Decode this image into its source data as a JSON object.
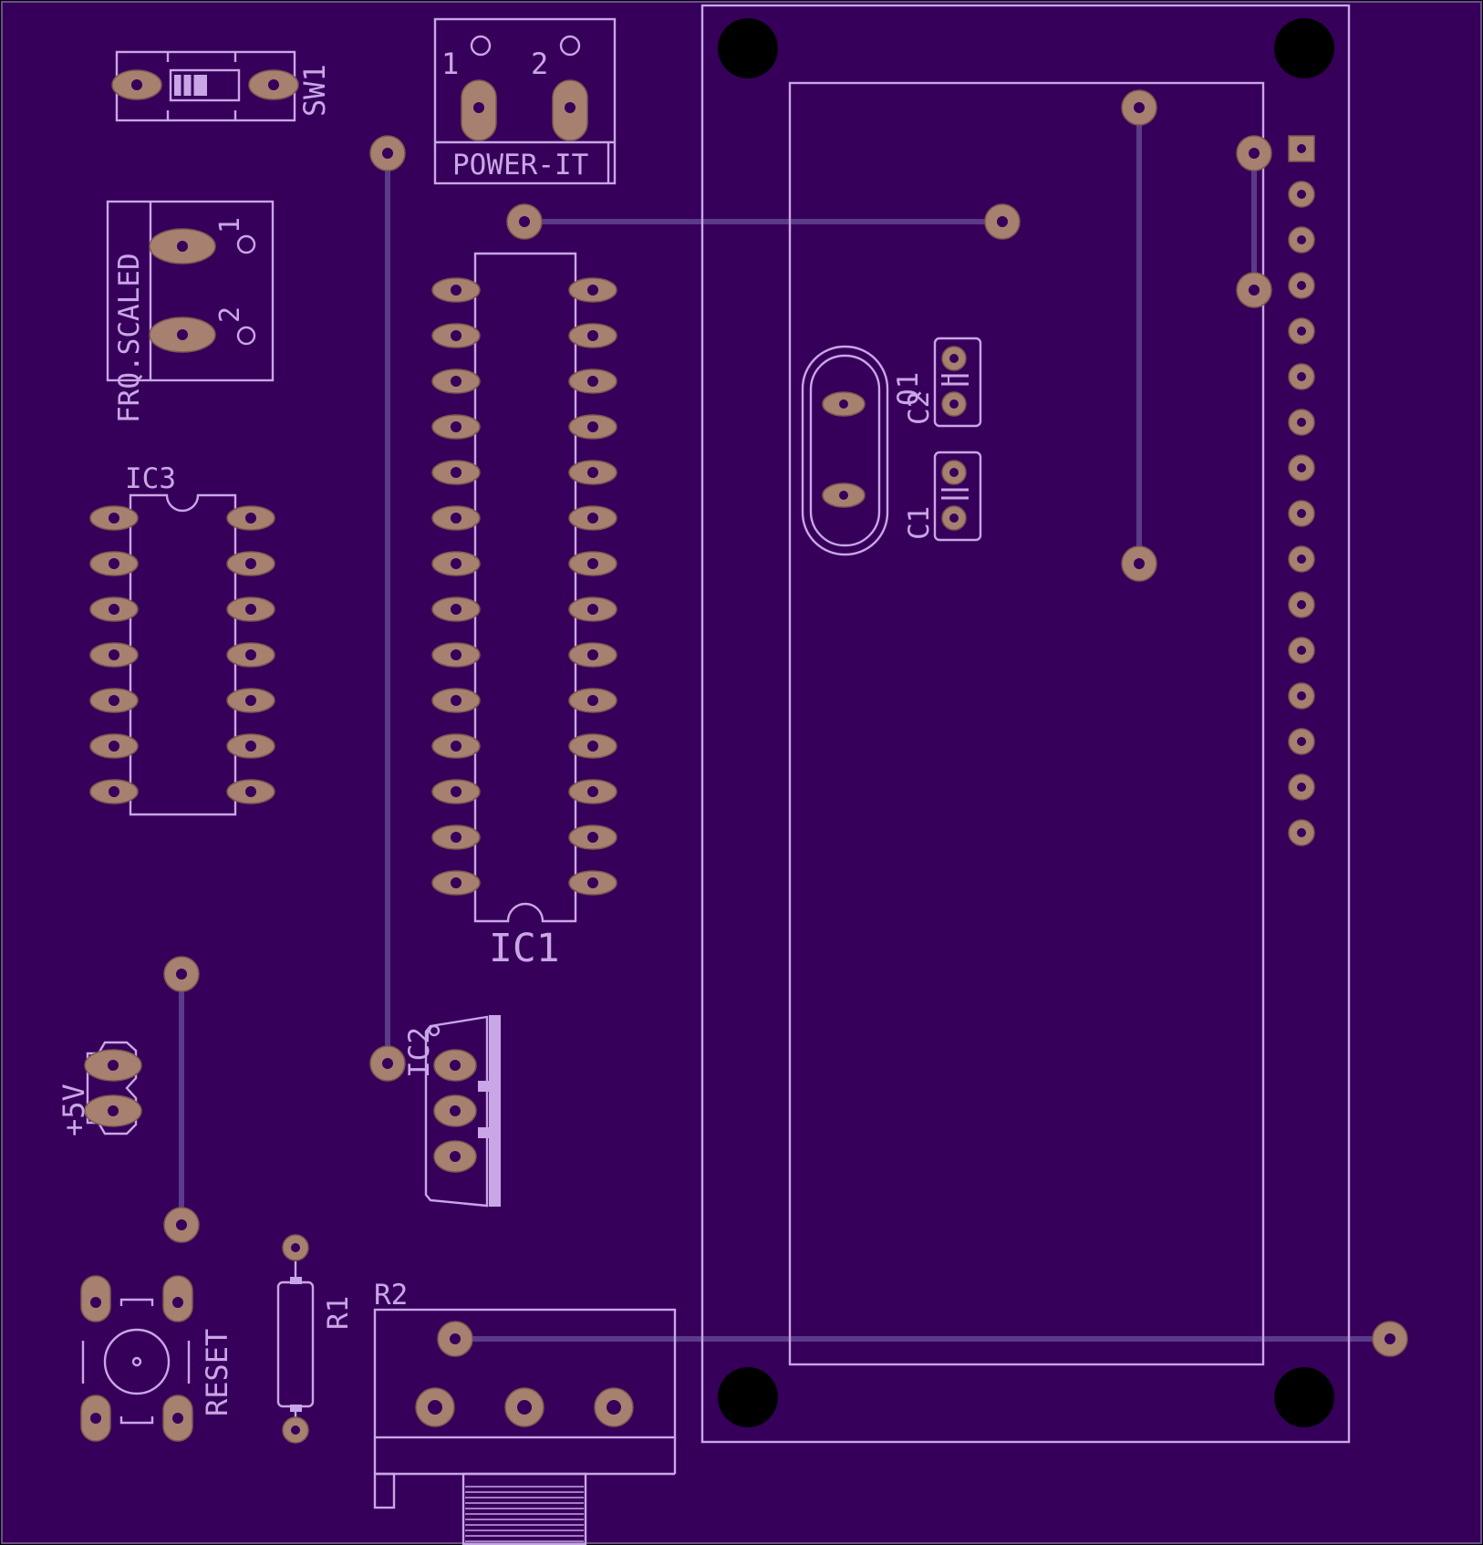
{
  "colors": {
    "board": "#36005a",
    "silkscreen": "#c9a6e6",
    "copper_pad": "#a8806f",
    "trace": "#5b3a8a"
  },
  "labels": {
    "sw1": "SW1",
    "power_it": "POWER-IT",
    "power_pin1": "1",
    "power_pin2": "2",
    "frq_scaled": "FRQ.SCALED",
    "frq_pin1": "1",
    "frq_pin2": "2",
    "ic3": "IC3",
    "ic1": "IC1",
    "ic2": "IC2",
    "q1": "Q1",
    "c2": "C2",
    "c1": "C1",
    "plus5v": "+5V",
    "reset": "RESET",
    "r1": "R1",
    "r2": "R2"
  }
}
